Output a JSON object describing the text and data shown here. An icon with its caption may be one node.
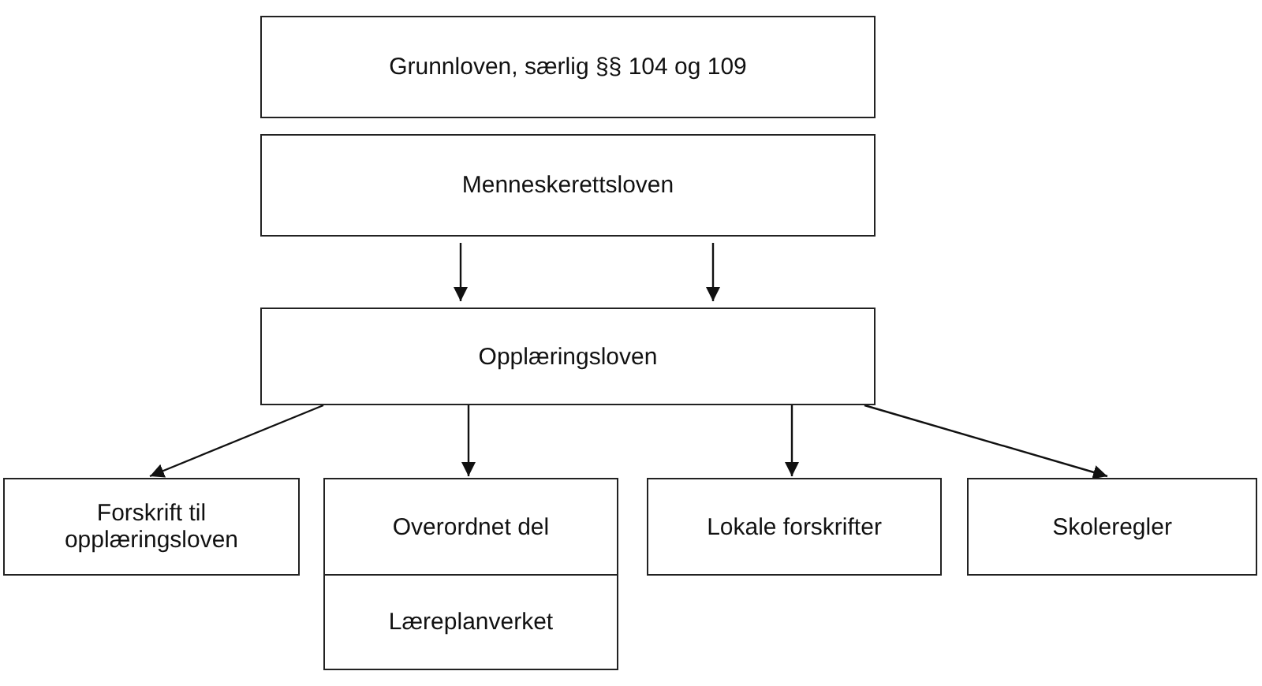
{
  "diagram": {
    "nodes": [
      {
        "text": [
          "Grunnloven, særlig §§ 104 og 109"
        ]
      },
      {
        "text": [
          "Menneskerettsloven"
        ]
      },
      {
        "text": [
          "Opplæringsloven"
        ]
      },
      {
        "text": [
          "Forskrift til opplæringsloven"
        ]
      },
      {
        "text": [
          "Overordnet del"
        ]
      },
      {
        "text": [
          "Læreplanverket"
        ]
      },
      {
        "text": [
          "Lokale forskrifter"
        ]
      },
      {
        "text": [
          "Skoleregler"
        ]
      }
    ],
    "edges": [
      {
        "from": 1,
        "to": 2,
        "arrow": "to"
      },
      {
        "from": 1,
        "to": 2,
        "arrow": "to"
      },
      {
        "from": 2,
        "to": 3,
        "arrow": "to"
      },
      {
        "from": 2,
        "to": 4,
        "arrow": "to"
      },
      {
        "from": 2,
        "to": 6,
        "arrow": "to"
      },
      {
        "from": 2,
        "to": 7,
        "arrow": "to"
      }
    ]
  }
}
